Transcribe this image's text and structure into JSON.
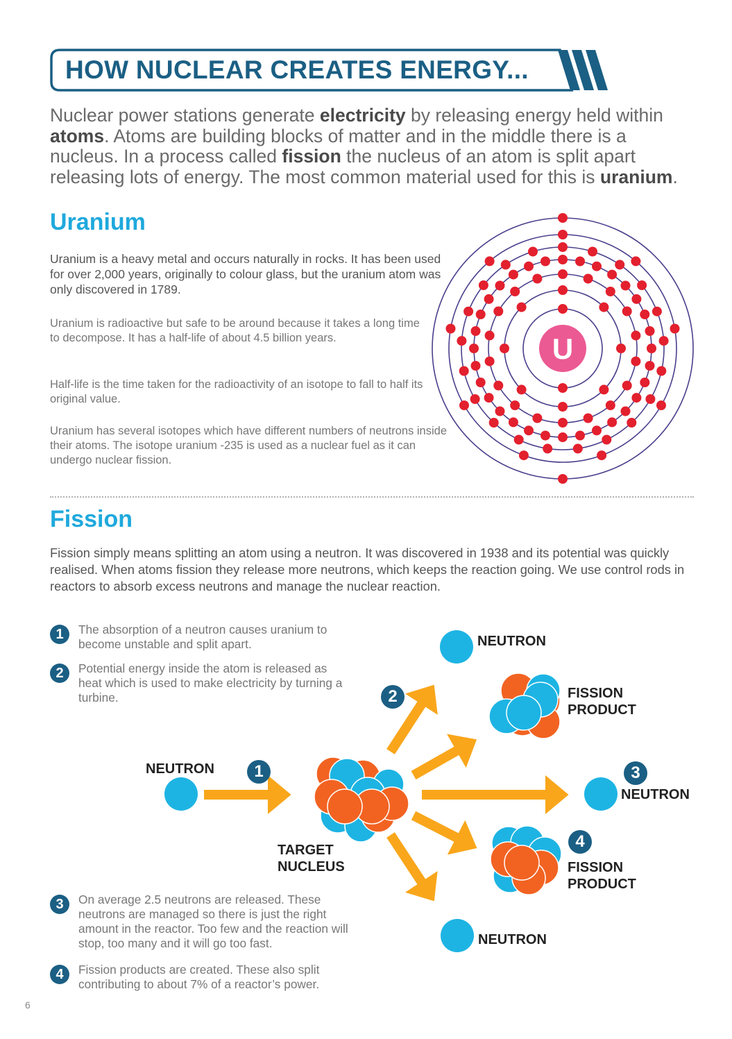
{
  "header": {
    "title": "HOW NUCLEAR CREATES ENERGY...",
    "colors": {
      "banner": "#1b5f84"
    }
  },
  "intro": {
    "segments": [
      {
        "text": "Nuclear power stations generate ",
        "bold": false
      },
      {
        "text": "electricity",
        "bold": true
      },
      {
        "text": " by releasing energy held within ",
        "bold": false
      },
      {
        "text": "atoms",
        "bold": true
      },
      {
        "text": ". Atoms are building blocks of matter and in the middle there is a nucleus. In a process called ",
        "bold": false
      },
      {
        "text": "fission",
        "bold": true
      },
      {
        "text": " the nucleus of an atom is split apart releasing lots of energy. The most common material used for this is ",
        "bold": false
      },
      {
        "text": "uranium",
        "bold": true
      },
      {
        "text": ".",
        "bold": false
      }
    ]
  },
  "uranium": {
    "heading": "Uranium",
    "lead": "Uranium is a heavy metal and occurs naturally in rocks. It has been used for over 2,000 years, originally to colour glass, but the uranium atom was only discovered in 1789.",
    "paragraphs": [
      "Uranium is radioactive but safe to be around because it takes a long time to decompose. It has a half-life of about 4.5 billion years.",
      "Half-life is the time taken for the radioactivity of an isotope to fall to half its original value.",
      "Uranium has several isotopes which have different numbers of neutrons inside their atoms. The isotope uranium -235 is used as a nuclear fuel as it can undergo nuclear fission."
    ],
    "atom_diagram": {
      "symbol": "U",
      "shells": [
        2,
        8,
        18,
        32,
        21,
        9,
        2
      ],
      "colors": {
        "nucleus": "#ec5a93",
        "electron": "#e3202e",
        "orbit": "#4a3f8c"
      }
    }
  },
  "fission": {
    "heading": "Fission",
    "intro": "Fission simply means splitting an atom using a neutron. It was discovered in 1938 and its potential was quickly realised. When atoms fission they release more neutrons, which keeps the reaction going. We use control rods in reactors to absorb excess neutrons and manage the nuclear reaction.",
    "steps": [
      {
        "number": "1",
        "text": "The absorption of a neutron causes uranium to become unstable and split apart."
      },
      {
        "number": "2",
        "text": "Potential energy inside the atom is released as heat which is used to make electricity by turning a turbine."
      },
      {
        "number": "3",
        "text": "On average 2.5 neutrons are released. These neutrons are managed so there is just the right amount in the reactor. Too few and the reaction will stop, too many and it will go too fast."
      },
      {
        "number": "4",
        "text": "Fission products are created. These also split contributing to about 7% of a reactor’s power."
      }
    ],
    "diagram": {
      "labels": {
        "incoming_neutron": "NEUTRON",
        "target_nucleus_line1": "TARGET",
        "target_nucleus_line2": "NUCLEUS",
        "neutron_top": "NEUTRON",
        "fission_product_top_line1": "FISSION",
        "fission_product_top_line2": "PRODUCT",
        "neutron_right": "NEUTRON",
        "fission_product_bottom_line1": "FISSION",
        "fission_product_bottom_line2": "PRODUCT",
        "neutron_bottom": "NEUTRON"
      },
      "badges": {
        "b1": "1",
        "b2": "2",
        "b3": "3",
        "b4": "4"
      },
      "colors": {
        "neutron": "#1db4e3",
        "proton": "#f26322",
        "arrow": "#f9a61b",
        "badge": "#1b5f84"
      }
    }
  },
  "footer": {
    "page_number": "6"
  }
}
